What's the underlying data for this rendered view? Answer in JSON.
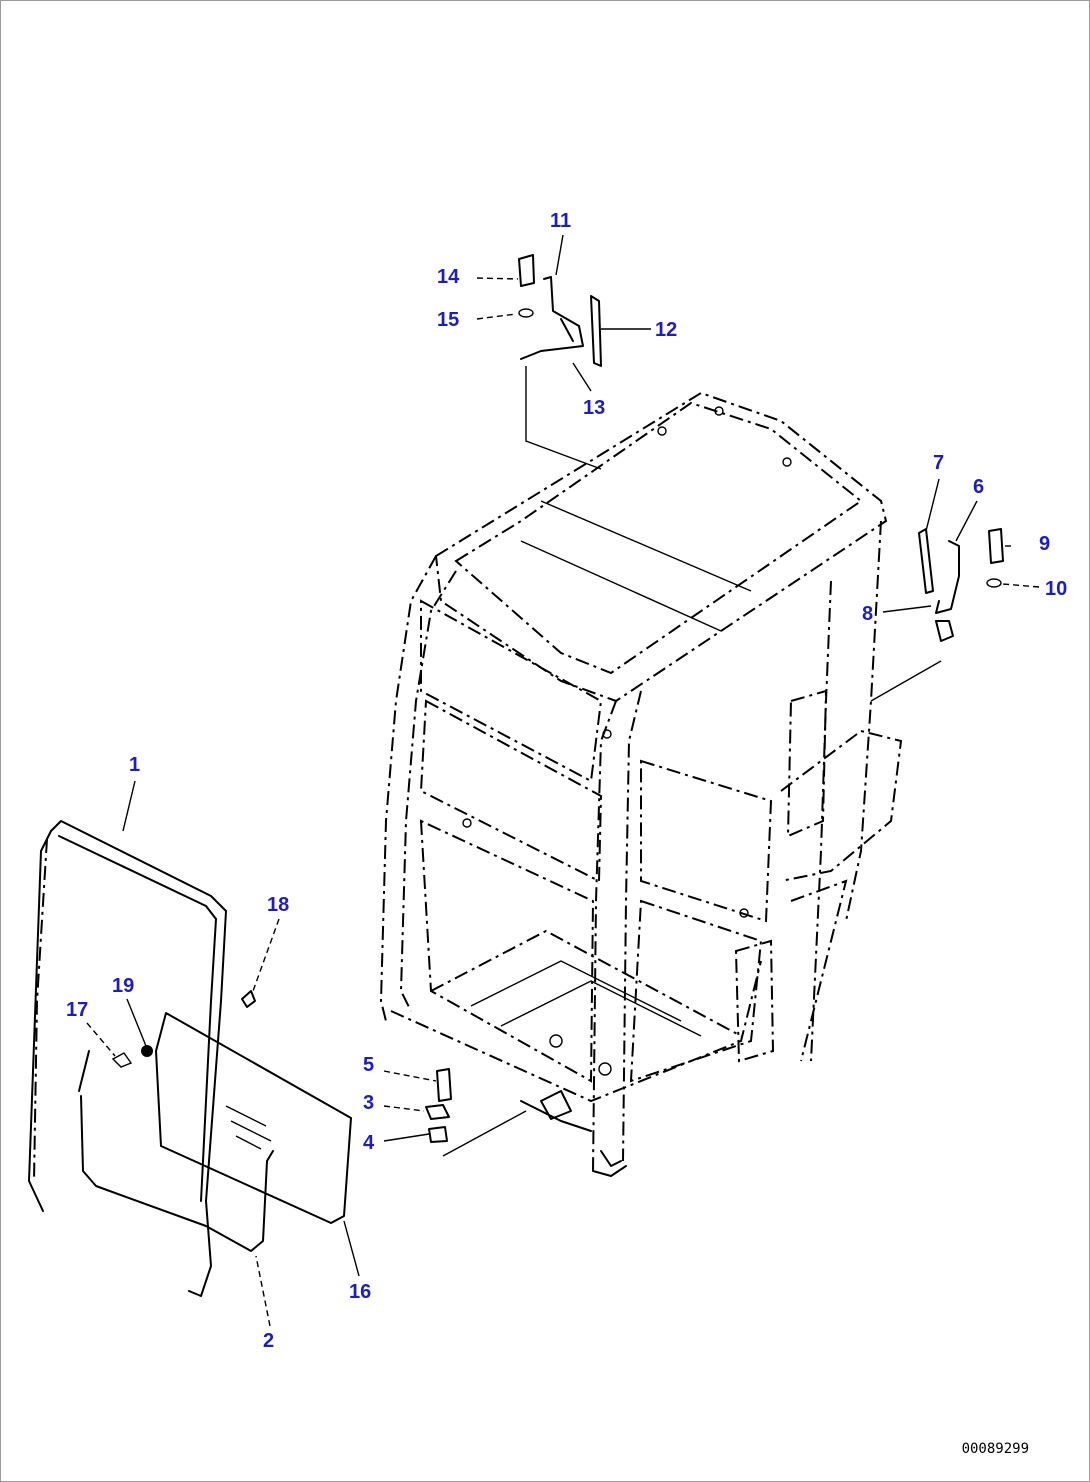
{
  "callouts": [
    {
      "id": "1",
      "label": "1"
    },
    {
      "id": "2",
      "label": "2"
    },
    {
      "id": "3",
      "label": "3"
    },
    {
      "id": "4",
      "label": "4"
    },
    {
      "id": "5",
      "label": "5"
    },
    {
      "id": "6",
      "label": "6"
    },
    {
      "id": "7",
      "label": "7"
    },
    {
      "id": "8",
      "label": "8"
    },
    {
      "id": "9",
      "label": "9"
    },
    {
      "id": "10",
      "label": "10"
    },
    {
      "id": "11",
      "label": "11"
    },
    {
      "id": "12",
      "label": "12"
    },
    {
      "id": "13",
      "label": "13"
    },
    {
      "id": "14",
      "label": "14"
    },
    {
      "id": "15",
      "label": "15"
    },
    {
      "id": "16",
      "label": "16"
    },
    {
      "id": "17",
      "label": "17"
    },
    {
      "id": "18",
      "label": "18"
    },
    {
      "id": "19",
      "label": "19"
    }
  ],
  "drawing_number": "00089299",
  "colors": {
    "callout": "#1c1ccc",
    "line": "#000000"
  }
}
